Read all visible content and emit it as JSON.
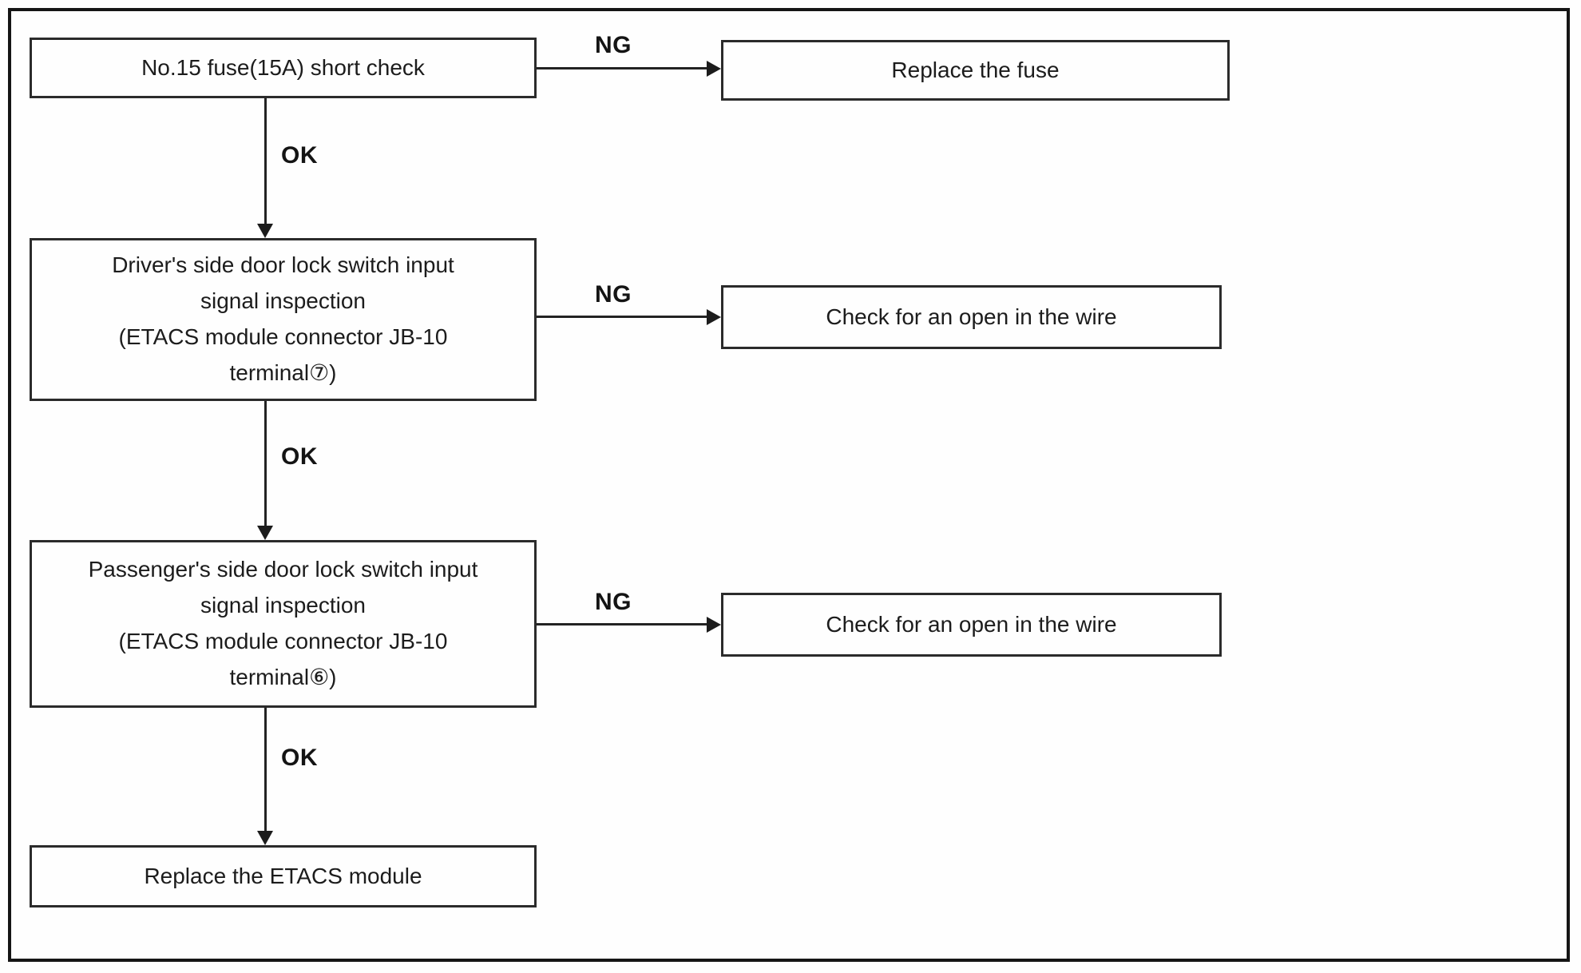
{
  "flowchart": {
    "steps": [
      {
        "lines": [
          "No.15 fuse(15A) short check"
        ]
      },
      {
        "lines": [
          "Driver's side door lock switch input",
          "signal inspection",
          "(ETACS module connector JB-10",
          "terminal⑦)"
        ]
      },
      {
        "lines": [
          "Passenger's side door lock switch input",
          "signal inspection",
          "(ETACS module connector JB-10",
          "terminal⑥)"
        ]
      },
      {
        "lines": [
          "Replace the ETACS module"
        ]
      }
    ],
    "results": [
      {
        "label": "Replace the fuse"
      },
      {
        "label": "Check for an open in the wire"
      },
      {
        "label": "Check for an open in the wire"
      }
    ],
    "ng_labels": [
      "NG",
      "NG",
      "NG"
    ],
    "ok_labels": [
      "OK",
      "OK",
      "OK"
    ],
    "colors": {
      "background": "#fefefe",
      "line": "#232323",
      "text": "#1c1c1c",
      "frame_border": "#151515",
      "box_border": "#2b2b2b"
    }
  }
}
